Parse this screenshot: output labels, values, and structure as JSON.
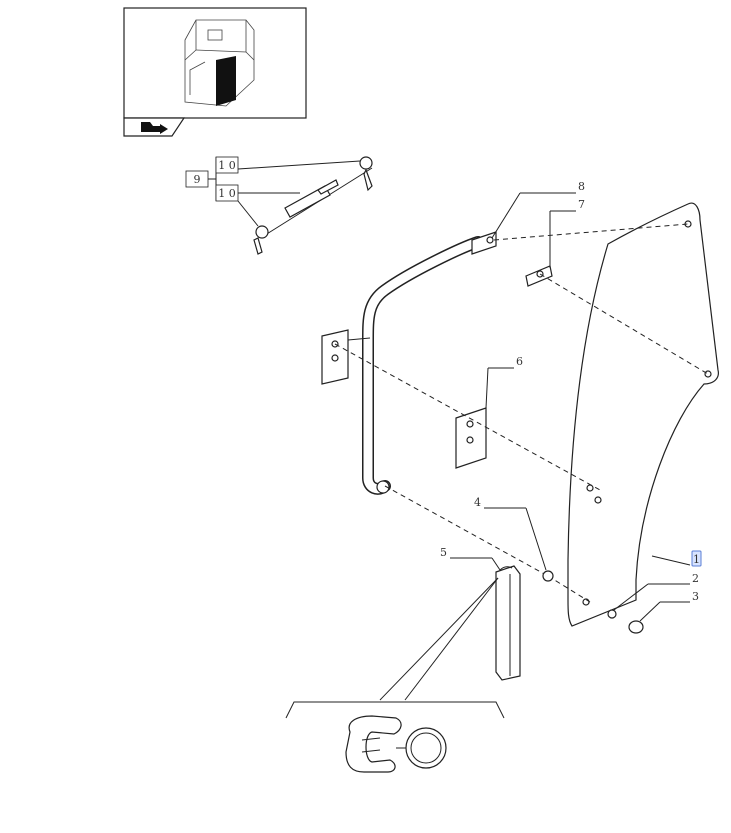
{
  "thumbnail": {
    "icon": "cab-location-thumbnail",
    "nav_icon": "next-page-arrow-icon"
  },
  "callouts": {
    "c1": "1",
    "c2": "2",
    "c3": "3",
    "c4": "4",
    "c5": "5",
    "c6": "6",
    "c7": "7",
    "c8": "8",
    "c9": "9",
    "c10a": "1 0",
    "c10b": "1 0"
  },
  "colors": {
    "line": "#222222",
    "highlight": "#d7e3ff",
    "highlight_border": "#5b7fd6"
  }
}
